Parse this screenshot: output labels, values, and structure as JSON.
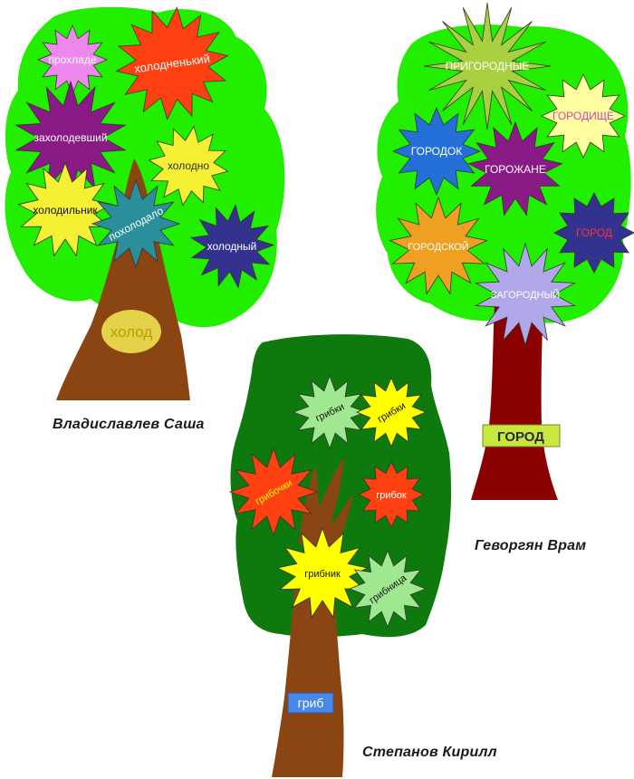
{
  "trees": [
    {
      "author": "Владиславлев Саша",
      "root_word": "холод",
      "crown_color": "#22ee00",
      "trunk_color": "#8b4513",
      "words": [
        {
          "text": "прохладе",
          "color": "#ee88ee",
          "text_color": "#ffffff"
        },
        {
          "text": "холодненький",
          "color": "#ff4010",
          "text_color": "#ffffff"
        },
        {
          "text": "захолодевший",
          "color": "#8a1a86",
          "text_color": "#ffffff"
        },
        {
          "text": "холодно",
          "color": "#f5f034",
          "text_color": "#333333"
        },
        {
          "text": "холодильник",
          "color": "#f5f034",
          "text_color": "#111111"
        },
        {
          "text": "похолодало",
          "color": "#2a8f9a",
          "text_color": "#ffffff"
        },
        {
          "text": "холодный",
          "color": "#33338f",
          "text_color": "#ffffff"
        }
      ]
    },
    {
      "author": "Геворгян Врам",
      "root_word": "ГОРОД",
      "crown_color": "#22ee00",
      "trunk_color": "#8b0000",
      "words": [
        {
          "text": "ПРИГОРОДНЫЕ",
          "color": "#a8d040",
          "text_color": "#ffffff"
        },
        {
          "text": "ГОРОДИЩЕ",
          "color": "#ffffa0",
          "text_color": "#e040b0"
        },
        {
          "text": "ГОРОДОК",
          "color": "#2470d8",
          "text_color": "#ffffff"
        },
        {
          "text": "ГОРОЖАНЕ",
          "color": "#8a1a86",
          "text_color": "#ffffff"
        },
        {
          "text": "ГОРОДСКОЙ",
          "color": "#f0a020",
          "text_color": "#ffffff"
        },
        {
          "text": "ГОРОД",
          "color": "#33338f",
          "text_color": "#ff3030"
        },
        {
          "text": "ЗАГОРОДНЫЙ",
          "color": "#b0a8e8",
          "text_color": "#ffffff"
        }
      ]
    },
    {
      "author": "Степанов Кирилл",
      "root_word": "гриб",
      "crown_color": "#0e7a0e",
      "trunk_color": "#8b4513",
      "words": [
        {
          "text": "грибки",
          "color": "#a0e890",
          "text_color": "#111111"
        },
        {
          "text": "грибки",
          "color": "#ffff00",
          "text_color": "#111111"
        },
        {
          "text": "грибочки",
          "color": "#ff4010",
          "text_color": "#ffff00"
        },
        {
          "text": "грибок",
          "color": "#ff4010",
          "text_color": "#ffffff"
        },
        {
          "text": "грибник",
          "color": "#ffff00",
          "text_color": "#111111"
        },
        {
          "text": "грибница",
          "color": "#a0e890",
          "text_color": "#111111"
        }
      ]
    }
  ]
}
